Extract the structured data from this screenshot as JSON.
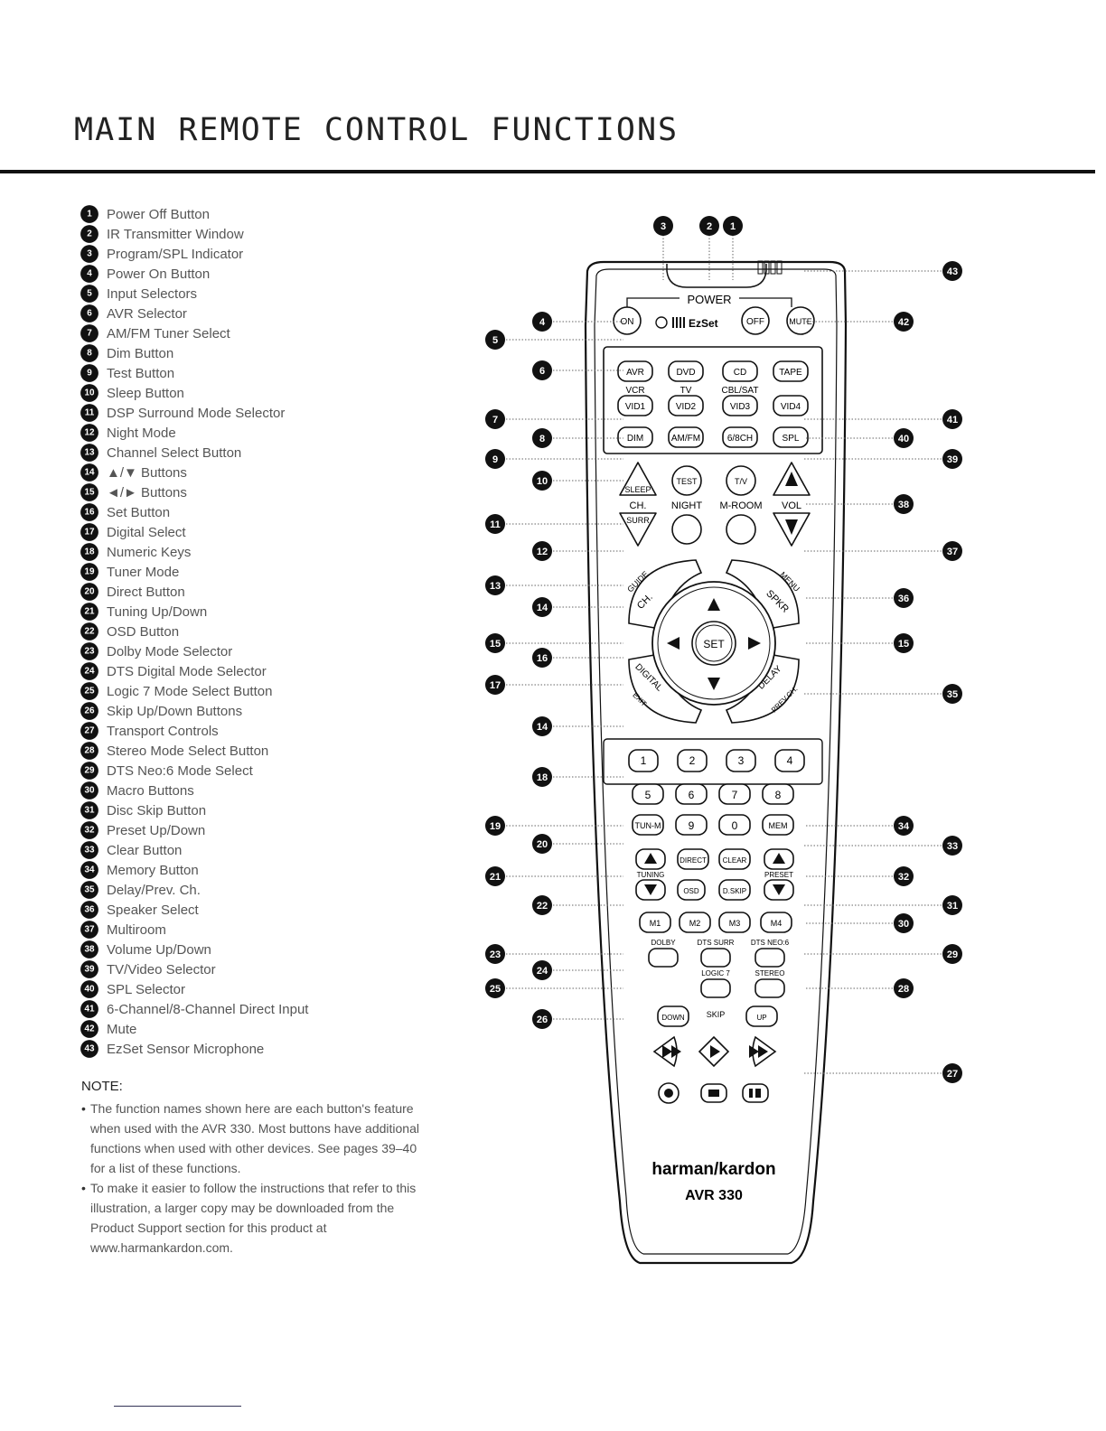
{
  "title": "MAIN REMOTE CONTROL FUNCTIONS",
  "legend": [
    {
      "n": "1",
      "label": "Power Off Button"
    },
    {
      "n": "2",
      "label": "IR Transmitter Window"
    },
    {
      "n": "3",
      "label": "Program/SPL Indicator"
    },
    {
      "n": "4",
      "label": "Power On Button"
    },
    {
      "n": "5",
      "label": "Input Selectors"
    },
    {
      "n": "6",
      "label": "AVR Selector"
    },
    {
      "n": "7",
      "label": "AM/FM Tuner Select"
    },
    {
      "n": "8",
      "label": "Dim Button"
    },
    {
      "n": "9",
      "label": "Test Button"
    },
    {
      "n": "10",
      "label": "Sleep Button"
    },
    {
      "n": "11",
      "label": "DSP Surround Mode Selector"
    },
    {
      "n": "12",
      "label": "Night Mode"
    },
    {
      "n": "13",
      "label": "Channel Select Button"
    },
    {
      "n": "14",
      "label": "▲/▼ Buttons"
    },
    {
      "n": "15",
      "label": "◄/► Buttons"
    },
    {
      "n": "16",
      "label": "Set Button"
    },
    {
      "n": "17",
      "label": "Digital Select"
    },
    {
      "n": "18",
      "label": "Numeric Keys"
    },
    {
      "n": "19",
      "label": "Tuner Mode"
    },
    {
      "n": "20",
      "label": "Direct Button"
    },
    {
      "n": "21",
      "label": "Tuning Up/Down"
    },
    {
      "n": "22",
      "label": "OSD Button"
    },
    {
      "n": "23",
      "label": "Dolby Mode Selector"
    },
    {
      "n": "24",
      "label": "DTS Digital Mode Selector"
    },
    {
      "n": "25",
      "label": "Logic 7 Mode Select Button"
    },
    {
      "n": "26",
      "label": "Skip Up/Down Buttons"
    },
    {
      "n": "27",
      "label": "Transport Controls"
    },
    {
      "n": "28",
      "label": "Stereo Mode Select Button"
    },
    {
      "n": "29",
      "label": "DTS Neo:6 Mode Select"
    },
    {
      "n": "30",
      "label": "Macro Buttons"
    },
    {
      "n": "31",
      "label": "Disc Skip Button"
    },
    {
      "n": "32",
      "label": "Preset Up/Down"
    },
    {
      "n": "33",
      "label": "Clear Button"
    },
    {
      "n": "34",
      "label": "Memory Button"
    },
    {
      "n": "35",
      "label": "Delay/Prev. Ch."
    },
    {
      "n": "36",
      "label": "Speaker Select"
    },
    {
      "n": "37",
      "label": "Multiroom"
    },
    {
      "n": "38",
      "label": "Volume Up/Down"
    },
    {
      "n": "39",
      "label": "TV/Video Selector"
    },
    {
      "n": "40",
      "label": "SPL Selector"
    },
    {
      "n": "41",
      "label": "6-Channel/8-Channel Direct Input"
    },
    {
      "n": "42",
      "label": "Mute"
    },
    {
      "n": "43",
      "label": "EzSet Sensor Microphone"
    }
  ],
  "note": {
    "heading": "NOTE:",
    "items": [
      "The function names shown here are each button's feature when used with the AVR 330. Most buttons have additional functions when used with other devices. See pages 39–40 for a list of these functions.",
      "To make it easier to follow the instructions that refer to this illustration, a larger copy may be downloaded from the Product Support section for this product at www.harmankardon.com."
    ]
  },
  "remote": {
    "power_label": "POWER",
    "on": "ON",
    "off": "OFF",
    "mute": "MUTE",
    "ezset": "EzSet",
    "row1": [
      "AVR",
      "DVD",
      "CD",
      "TAPE"
    ],
    "row1_sub": [
      "VCR",
      "TV",
      "CBL/SAT"
    ],
    "row2": [
      "VID1",
      "VID2",
      "VID3",
      "VID4"
    ],
    "row3": [
      "DIM",
      "AM/FM",
      "6/8CH",
      "SPL"
    ],
    "sleep": "SLEEP",
    "test": "TEST",
    "tv": "T/V",
    "ch": "CH.",
    "surr": "SURR",
    "night": "NIGHT",
    "mroom": "M-ROOM",
    "vol": "VOL",
    "guide": "GUIDE",
    "ch_arc": "CH.",
    "menu": "MENU",
    "spkr": "SPKR",
    "set": "SET",
    "digital": "DIGITAL",
    "exit": "EXIT",
    "delay": "DELAY",
    "prev": "PREV.CH.",
    "nums": [
      "1",
      "2",
      "3",
      "4",
      "5",
      "6",
      "7",
      "8"
    ],
    "tunm": "TUN-M",
    "nine": "9",
    "zero": "0",
    "mem": "MEM",
    "direct": "DIRECT",
    "clear": "CLEAR",
    "tuning": "TUNING",
    "preset": "PRESET",
    "osd": "OSD",
    "dskip": "D.SKIP",
    "macros": [
      "M1",
      "M2",
      "M3",
      "M4"
    ],
    "dolby": "DOLBY",
    "dts_surr": "DTS SURR",
    "dts_neo": "DTS NEO:6",
    "logic7": "LOGIC 7",
    "stereo": "STEREO",
    "skip": "SKIP",
    "down": "DOWN",
    "up": "UP",
    "brand": "harman/kardon",
    "model": "AVR 330"
  }
}
